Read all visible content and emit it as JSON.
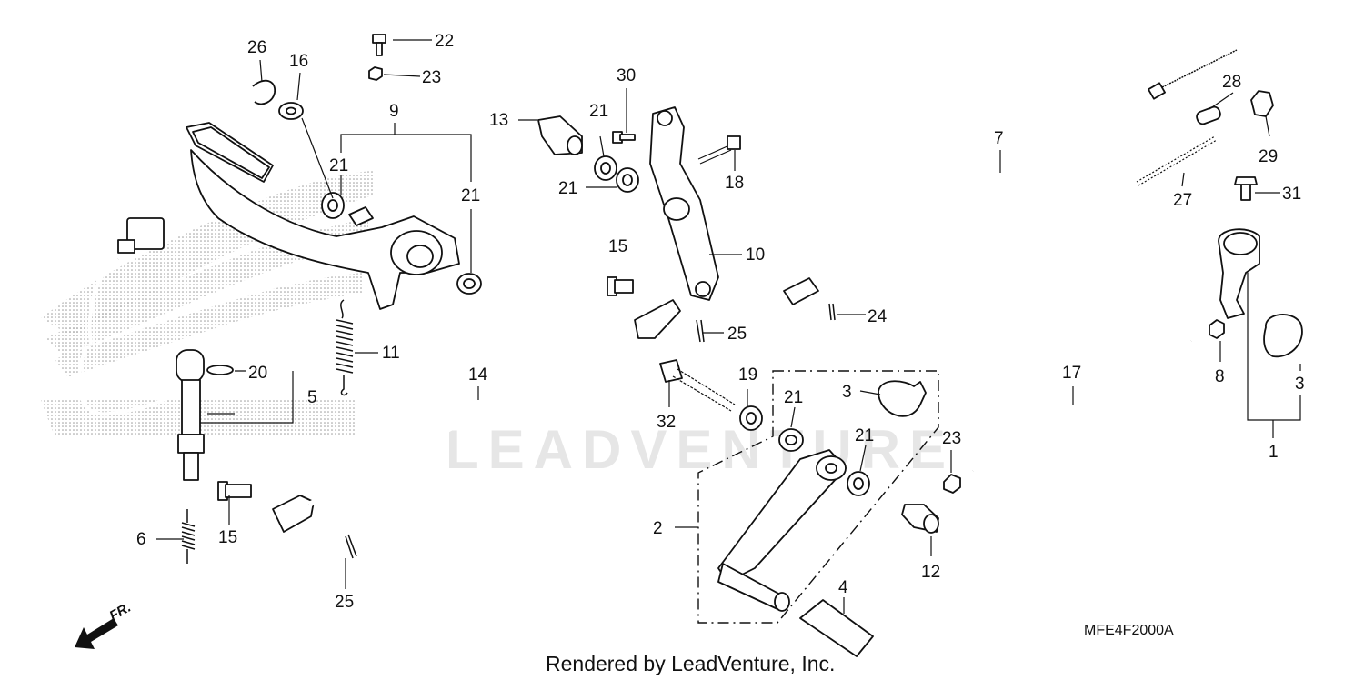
{
  "diagram": {
    "watermark": "LEADVENTURE",
    "diagram_code": "MFE4F2000A",
    "footer": "Rendered by LeadVenture, Inc.",
    "direction_label": "FR.",
    "callouts": {
      "c1": "1",
      "c2": "2",
      "c3a": "3",
      "c3b": "3",
      "c4": "4",
      "c5": "5",
      "c6": "6",
      "c7": "7",
      "c8": "8",
      "c9": "9",
      "c10": "10",
      "c11": "11",
      "c12": "12",
      "c13": "13",
      "c14": "14",
      "c15a": "15",
      "c15b": "15",
      "c16": "16",
      "c17": "17",
      "c18": "18",
      "c19": "19",
      "c20": "20",
      "c21a": "21",
      "c21b": "21",
      "c21c": "21",
      "c21d": "21",
      "c21e": "21",
      "c21f": "21",
      "c22": "22",
      "c23a": "23",
      "c23b": "23",
      "c24": "24",
      "c25a": "25",
      "c25b": "25",
      "c26": "26",
      "c27": "27",
      "c28": "28",
      "c29": "29",
      "c30": "30",
      "c31": "31",
      "c32": "32"
    }
  }
}
